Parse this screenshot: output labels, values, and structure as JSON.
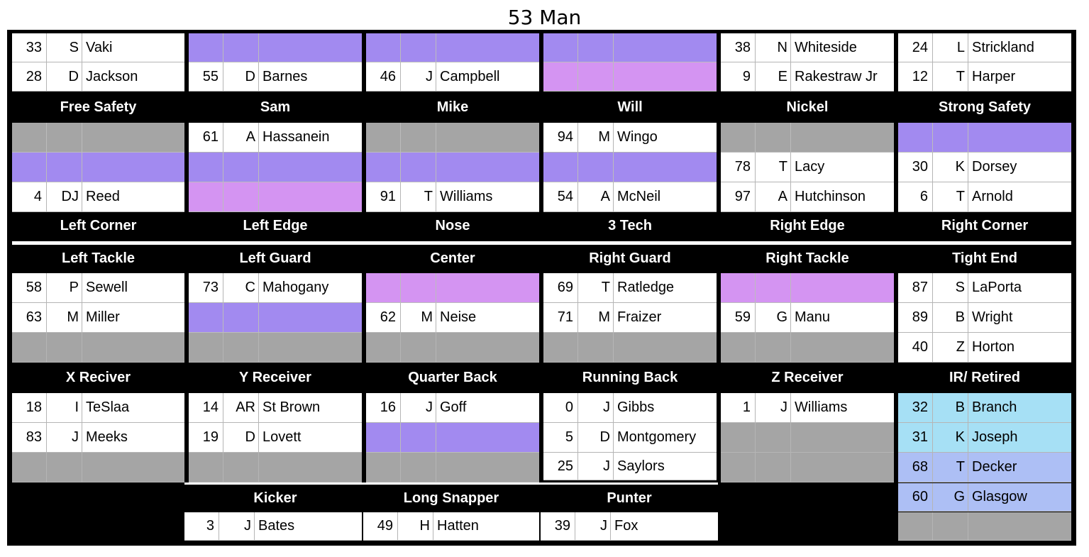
{
  "page_title": "53 Man",
  "defense": {
    "top_rows": [
      [
        {
          "style": "white",
          "num": "33",
          "init": "S",
          "name": "Vaki"
        },
        {
          "style": "lav",
          "num": "",
          "init": "",
          "name": ""
        },
        {
          "style": "lav",
          "num": "",
          "init": "",
          "name": ""
        },
        {
          "style": "lav",
          "num": "",
          "init": "",
          "name": ""
        },
        {
          "style": "white",
          "num": "38",
          "init": "N",
          "name": "Whiteside"
        },
        {
          "style": "white",
          "num": "24",
          "init": "L",
          "name": "Strickland"
        }
      ],
      [
        {
          "style": "white",
          "num": "28",
          "init": "D",
          "name": "Jackson"
        },
        {
          "style": "white",
          "num": "55",
          "init": "D",
          "name": "Barnes"
        },
        {
          "style": "white",
          "num": "46",
          "init": "J",
          "name": "Campbell"
        },
        {
          "style": "pink",
          "num": "",
          "init": "",
          "name": ""
        },
        {
          "style": "white",
          "num": "9",
          "init": "E",
          "name": "Rakestraw Jr"
        },
        {
          "style": "white",
          "num": "12",
          "init": "T",
          "name": "Harper"
        }
      ]
    ],
    "headers_1": [
      "Free Safety",
      "Sam",
      "Mike",
      "Will",
      "Nickel",
      "Strong Safety"
    ],
    "mid_rows": [
      [
        {
          "style": "gray",
          "num": "",
          "init": "",
          "name": ""
        },
        {
          "style": "white",
          "num": "61",
          "init": "A",
          "name": "Hassanein"
        },
        {
          "style": "gray",
          "num": "",
          "init": "",
          "name": ""
        },
        {
          "style": "white",
          "num": "94",
          "init": "M",
          "name": "Wingo"
        },
        {
          "style": "gray",
          "num": "",
          "init": "",
          "name": ""
        },
        {
          "style": "lav",
          "num": "",
          "init": "",
          "name": ""
        }
      ],
      [
        {
          "style": "lav",
          "num": "",
          "init": "",
          "name": ""
        },
        {
          "style": "lav",
          "num": "",
          "init": "",
          "name": ""
        },
        {
          "style": "lav",
          "num": "",
          "init": "",
          "name": ""
        },
        {
          "style": "lav",
          "num": "",
          "init": "",
          "name": ""
        },
        {
          "style": "white",
          "num": "78",
          "init": "T",
          "name": "Lacy"
        },
        {
          "style": "white",
          "num": "30",
          "init": "K",
          "name": "Dorsey"
        }
      ],
      [
        {
          "style": "white",
          "num": "4",
          "init": "DJ",
          "name": "Reed"
        },
        {
          "style": "pink",
          "num": "",
          "init": "",
          "name": ""
        },
        {
          "style": "white",
          "num": "91",
          "init": "T",
          "name": "Williams"
        },
        {
          "style": "white",
          "num": "54",
          "init": "A",
          "name": "McNeil"
        },
        {
          "style": "white",
          "num": "97",
          "init": "A",
          "name": "Hutchinson"
        },
        {
          "style": "white",
          "num": "6",
          "init": "T",
          "name": "Arnold"
        }
      ]
    ],
    "headers_2": [
      "Left Corner",
      "Left Edge",
      "Nose",
      "3 Tech",
      "Right Edge",
      "Right Corner"
    ]
  },
  "offense": {
    "headers_1": [
      "Left Tackle",
      "Left Guard",
      "Center",
      "Right Guard",
      "Right Tackle",
      "Tight End"
    ],
    "line_rows": [
      [
        {
          "style": "white",
          "num": "58",
          "init": "P",
          "name": "Sewell"
        },
        {
          "style": "white",
          "num": "73",
          "init": "C",
          "name": "Mahogany"
        },
        {
          "style": "pink",
          "num": "",
          "init": "",
          "name": ""
        },
        {
          "style": "white",
          "num": "69",
          "init": "T",
          "name": "Ratledge"
        },
        {
          "style": "pink",
          "num": "",
          "init": "",
          "name": ""
        },
        {
          "style": "white",
          "num": "87",
          "init": "S",
          "name": "LaPorta"
        }
      ],
      [
        {
          "style": "white",
          "num": "63",
          "init": "M",
          "name": "Miller"
        },
        {
          "style": "lav",
          "num": "",
          "init": "",
          "name": ""
        },
        {
          "style": "white",
          "num": "62",
          "init": "M",
          "name": "Neise"
        },
        {
          "style": "white",
          "num": "71",
          "init": "M",
          "name": "Fraizer"
        },
        {
          "style": "white",
          "num": "59",
          "init": "G",
          "name": "Manu"
        },
        {
          "style": "white",
          "num": "89",
          "init": "B",
          "name": "Wright"
        }
      ],
      [
        {
          "style": "pure",
          "num": "",
          "init": "",
          "name": ""
        },
        {
          "style": "pure",
          "num": "",
          "init": "",
          "name": ""
        },
        {
          "style": "pure",
          "num": "",
          "init": "",
          "name": ""
        },
        {
          "style": "pure",
          "num": "",
          "init": "",
          "name": ""
        },
        {
          "style": "pure",
          "num": "",
          "init": "",
          "name": ""
        },
        {
          "style": "white",
          "num": "40",
          "init": "Z",
          "name": "Horton"
        }
      ]
    ],
    "headers_2": [
      "X Reciver",
      "Y Receiver",
      "Quarter Back",
      "Running Back",
      "Z Receiver",
      "IR/ Retired"
    ],
    "skill_rows": [
      [
        {
          "style": "white",
          "num": "18",
          "init": "I",
          "name": "TeSlaa"
        },
        {
          "style": "white",
          "num": "14",
          "init": "AR",
          "name": "St Brown"
        },
        {
          "style": "white",
          "num": "16",
          "init": "J",
          "name": "Goff"
        },
        {
          "style": "white",
          "num": "0",
          "init": "J",
          "name": "Gibbs"
        },
        {
          "style": "white",
          "num": "1",
          "init": "J",
          "name": "Williams"
        },
        {
          "style": "cyan",
          "num": "32",
          "init": "B",
          "name": "Branch"
        }
      ],
      [
        {
          "style": "white",
          "num": "83",
          "init": "J",
          "name": "Meeks"
        },
        {
          "style": "white",
          "num": "19",
          "init": "D",
          "name": "Lovett"
        },
        {
          "style": "lav",
          "num": "",
          "init": "",
          "name": ""
        },
        {
          "style": "white",
          "num": "5",
          "init": "D",
          "name": "Montgomery"
        },
        {
          "style": "pure",
          "num": "",
          "init": "",
          "name": ""
        },
        {
          "style": "cyan",
          "num": "31",
          "init": "K",
          "name": "Joseph"
        }
      ],
      [
        {
          "style": "pure",
          "num": "",
          "init": "",
          "name": ""
        },
        {
          "style": "pure",
          "num": "",
          "init": "",
          "name": ""
        },
        {
          "style": "pure",
          "num": "",
          "init": "",
          "name": ""
        },
        {
          "style": "white",
          "num": "25",
          "init": "J",
          "name": "Saylors"
        },
        {
          "style": "pure",
          "num": "",
          "init": "",
          "name": ""
        },
        {
          "style": "blue",
          "num": "68",
          "init": "T",
          "name": "Decker"
        }
      ]
    ],
    "ir_extra": [
      {
        "style": "blue",
        "num": "60",
        "init": "G",
        "name": "Glasgow"
      },
      {
        "style": "pure",
        "num": "",
        "init": "",
        "name": ""
      }
    ]
  },
  "special_teams": {
    "headers": [
      "Kicker",
      "Long Snapper",
      "Punter"
    ],
    "players": [
      {
        "style": "white",
        "num": "3",
        "init": "J",
        "name": "Bates"
      },
      {
        "style": "white",
        "num": "49",
        "init": "H",
        "name": "Hatten"
      },
      {
        "style": "white",
        "num": "39",
        "init": "J",
        "name": "Fox"
      }
    ]
  }
}
